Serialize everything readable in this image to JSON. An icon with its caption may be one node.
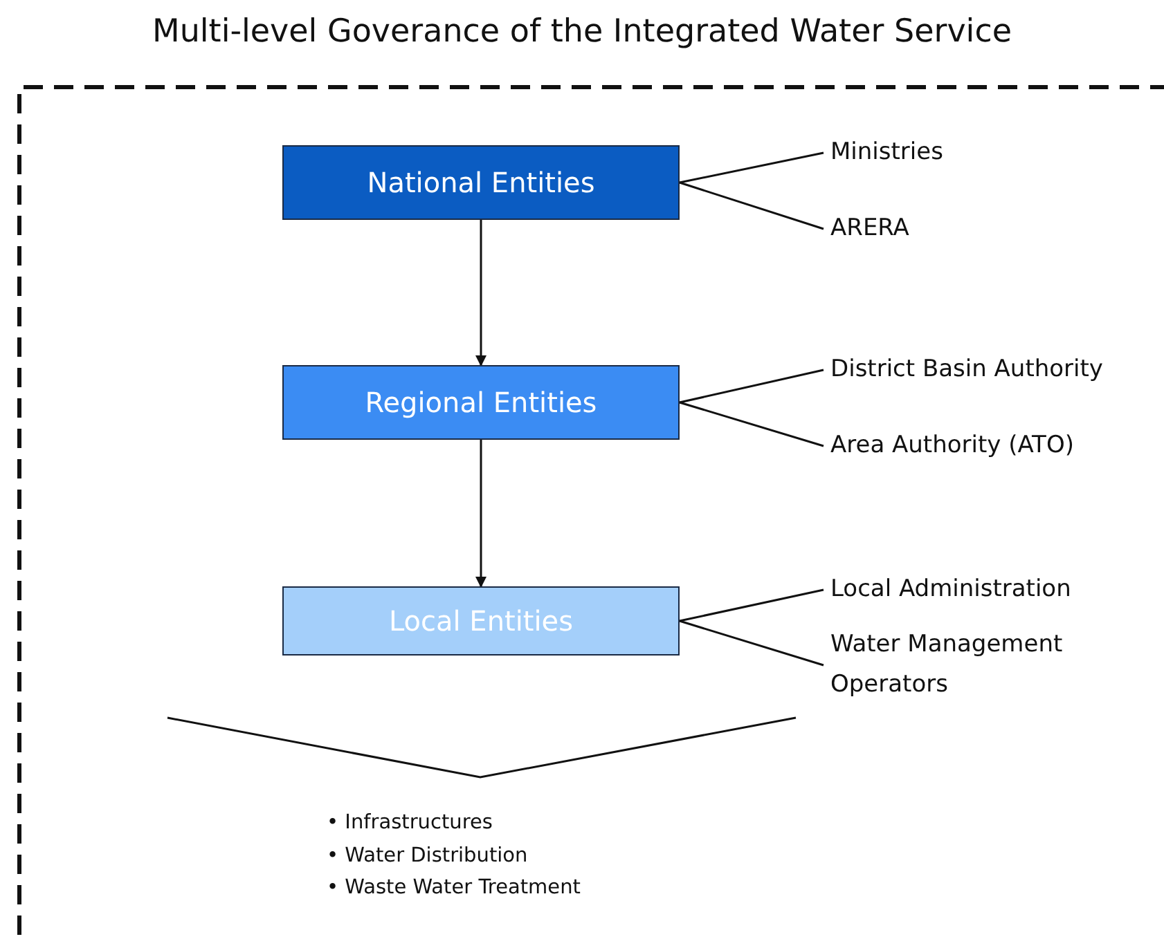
{
  "diagram": {
    "title": "Multi-level Goverance of the Integrated Water Service",
    "nodes": [
      {
        "text": [
          "National Entities"
        ]
      },
      {
        "text": [
          "Regional Entities"
        ]
      },
      {
        "text": [
          "Local Entities"
        ]
      },
      {
        "text": [
          "Ministries"
        ]
      },
      {
        "text": [
          "ARERA"
        ]
      },
      {
        "text": [
          "District Basin Authority"
        ]
      },
      {
        "text": [
          "Area Authority (ATO)"
        ]
      },
      {
        "text": [
          "Local Administration"
        ]
      },
      {
        "text": [
          "Water Management Operators"
        ]
      }
    ],
    "edges": [
      {
        "from": 0,
        "to": 1,
        "arrow": "to"
      },
      {
        "from": 1,
        "to": 2,
        "arrow": "to"
      },
      {
        "from": 0,
        "to": 3,
        "arrow": "none"
      },
      {
        "from": 0,
        "to": 4,
        "arrow": "none"
      },
      {
        "from": 1,
        "to": 5,
        "arrow": "none"
      },
      {
        "from": 1,
        "to": 6,
        "arrow": "none"
      },
      {
        "from": 2,
        "to": 7,
        "arrow": "none"
      },
      {
        "from": 2,
        "to": 8,
        "arrow": "none"
      }
    ],
    "labels": [
      "• Infrastructures",
      "• Water Distribution",
      "• Waste Water Treatment"
    ]
  }
}
